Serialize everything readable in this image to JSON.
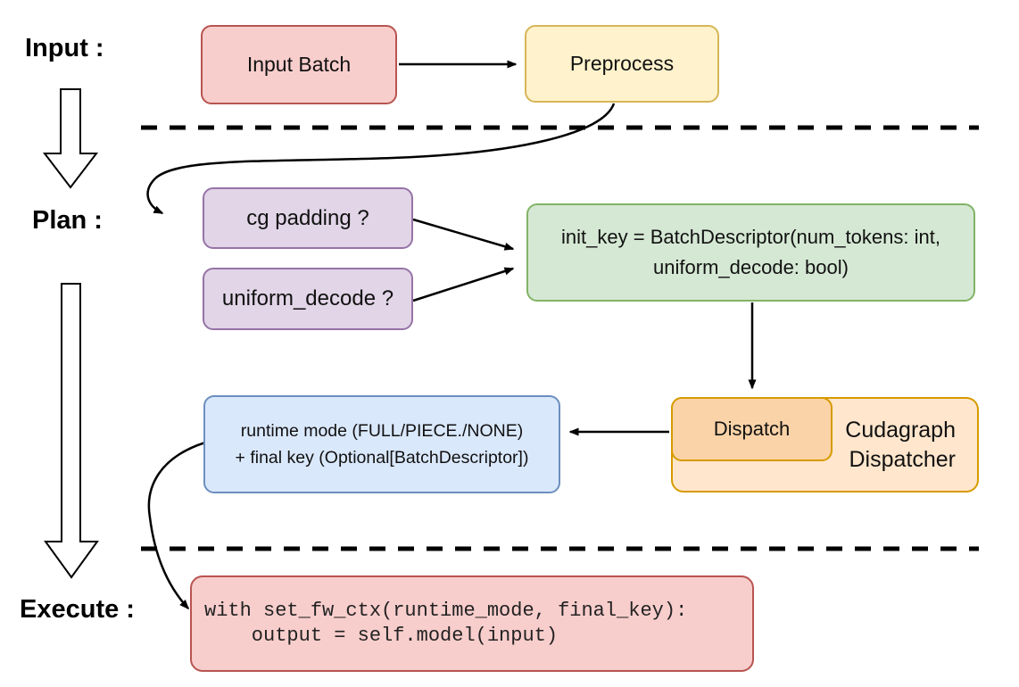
{
  "stage_labels": {
    "input": "Input :",
    "plan": "Plan :",
    "execute": "Execute :"
  },
  "nodes": {
    "input_batch": {
      "label": "Input Batch"
    },
    "preprocess": {
      "label": "Preprocess"
    },
    "cg_padding": {
      "label": "cg padding ?"
    },
    "uniform_decode": {
      "label": "uniform_decode ?"
    },
    "init_key": {
      "line1": "init_key = BatchDescriptor(num_tokens: int,",
      "line2": "uniform_decode: bool)"
    },
    "runtime_result": {
      "line1": "runtime mode (FULL/PIECE./NONE)",
      "line2": "+ final key (Optional[BatchDescriptor])"
    },
    "dispatch": {
      "label": "Dispatch"
    },
    "cudagraph_dispatcher": {
      "line1": "Cudagraph",
      "line2": "Dispatcher"
    },
    "execute_code": {
      "line1": "with set_fw_ctx(runtime_mode, final_key):",
      "line2": "    output = self.model(input)"
    }
  },
  "palette": {
    "red_fill": "#f8cecc",
    "red_border": "#b85450",
    "yellow_fill": "#fff2cc",
    "yellow_border": "#d6b656",
    "purple_fill": "#e1d5e7",
    "purple_border": "#9673a6",
    "green_fill": "#d5e8d4",
    "green_border": "#82b366",
    "blue_fill": "#dae8fc",
    "blue_border": "#6c8ebf",
    "orange_fill": "#ffe6cc",
    "orange_inner_fill": "#fbd3a8",
    "orange_border": "#d79b00",
    "line_color": "#000000"
  }
}
